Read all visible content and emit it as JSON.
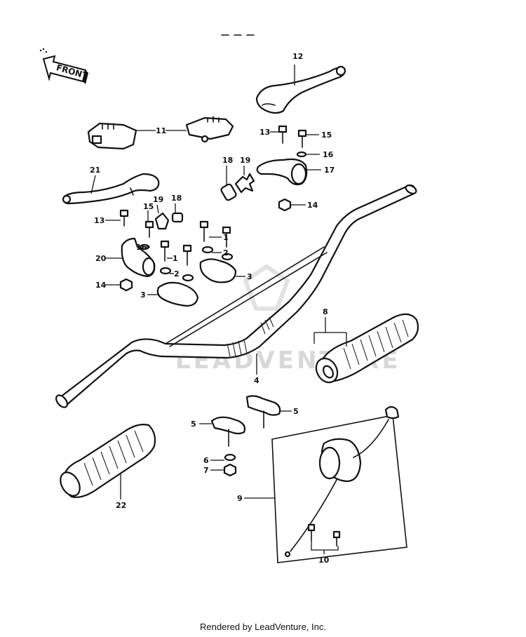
{
  "front_label": "FRONT",
  "watermark": "LEADVENTURE",
  "footer": "Rendered by LeadVenture, Inc.",
  "callouts": {
    "c1a": "1",
    "c1b": "1",
    "c2a": "2",
    "c2b": "2",
    "c3a": "3",
    "c3b": "3",
    "c4": "4",
    "c5a": "5",
    "c5b": "5",
    "c6": "6",
    "c7": "7",
    "c8": "8",
    "c9": "9",
    "c10": "10",
    "c11": "11",
    "c12": "12",
    "c13a": "13",
    "c13b": "13",
    "c14a": "14",
    "c14b": "14",
    "c15a": "15",
    "c15b": "15",
    "c16a": "16",
    "c16b": "16",
    "c17": "17",
    "c18a": "18",
    "c18b": "18",
    "c19a": "19",
    "c19b": "19",
    "c20": "20",
    "c21": "21",
    "c22": "22"
  }
}
